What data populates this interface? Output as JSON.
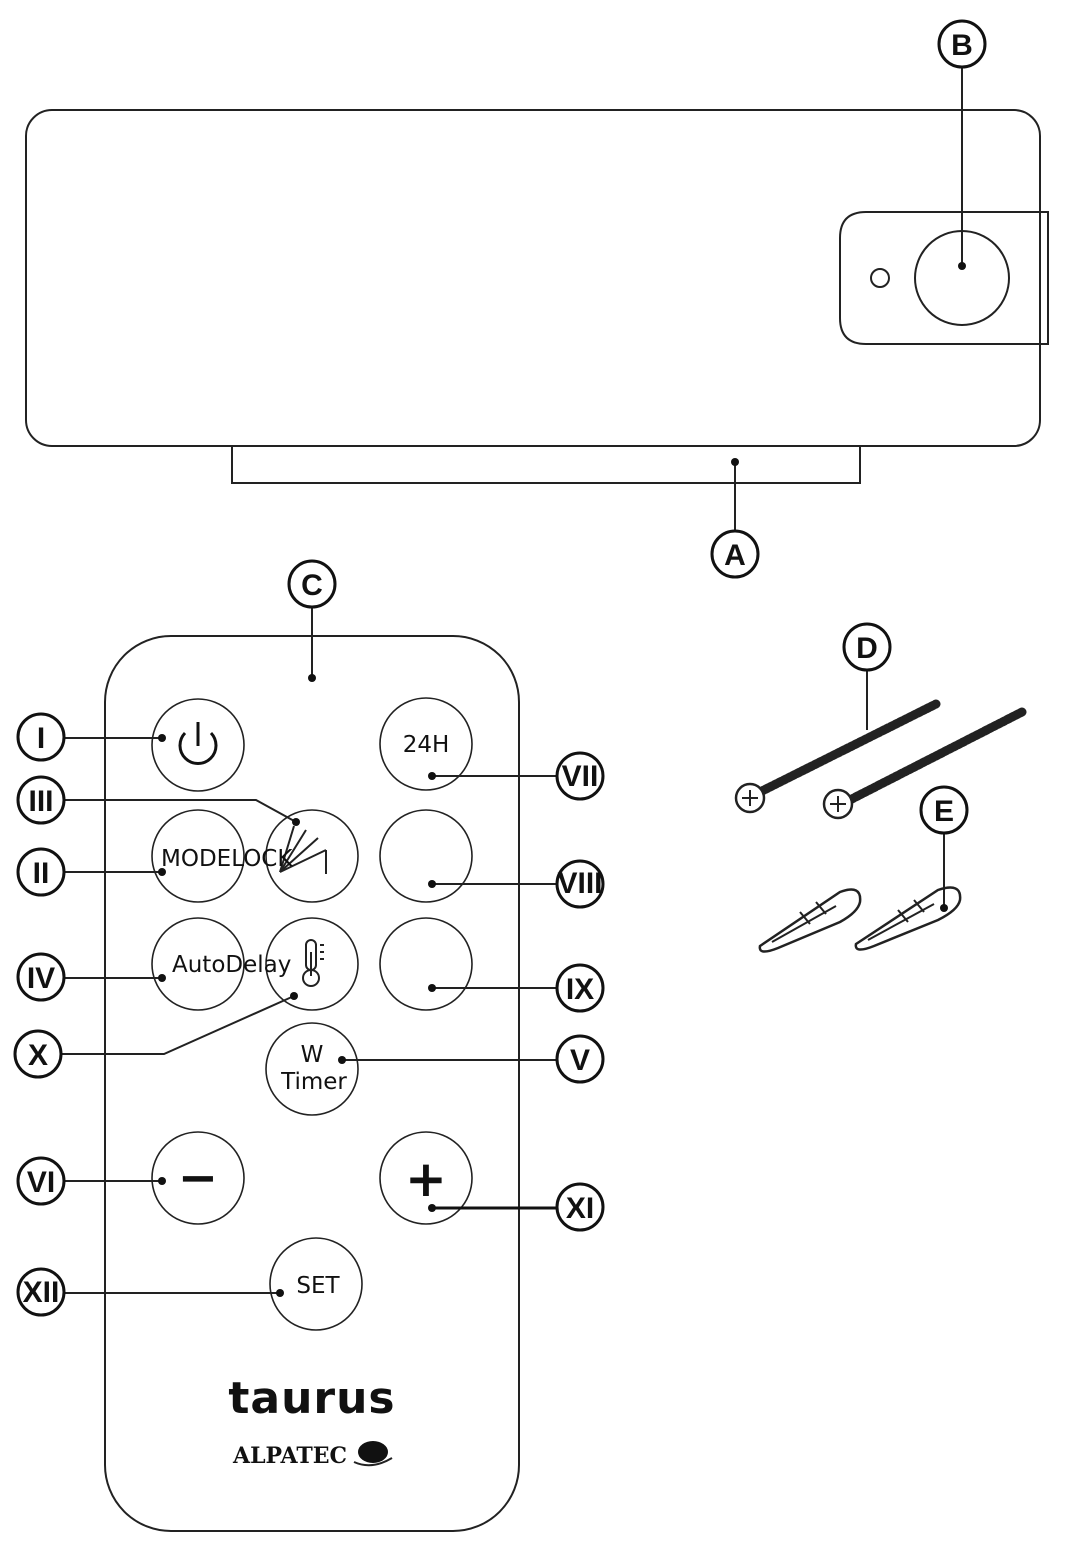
{
  "callouts": {
    "A": "A",
    "B": "B",
    "C": "C",
    "D": "D",
    "E": "E",
    "I": "I",
    "II": "II",
    "III": "III",
    "IV": "IV",
    "V": "V",
    "VI": "VI",
    "VII": "VII",
    "VIII": "VIII",
    "IX": "IX",
    "X": "X",
    "XI": "XI",
    "XII": "XII"
  },
  "remote": {
    "buttons": {
      "hours24": "24H",
      "mode": "MODE",
      "lock": "LOCK",
      "auto": "Auto",
      "delay": "Delay",
      "watt": "W",
      "timer": "Timer",
      "minus": "−",
      "plus": "+",
      "set": "SET"
    },
    "brand": "taurus",
    "sub_brand": "ALPATEC"
  },
  "icons": {
    "power": "power-icon",
    "oscillation": "oscillation-icon",
    "thermometer": "thermometer-icon",
    "alpatec_logo": "alpatec-logo-icon"
  }
}
